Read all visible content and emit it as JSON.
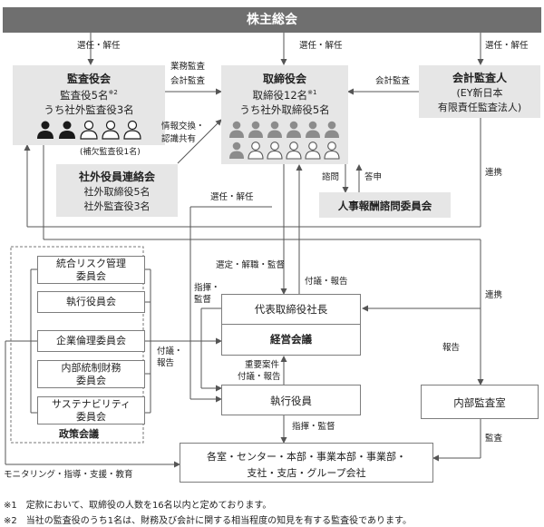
{
  "shareholders": {
    "title": "株主総会"
  },
  "audit_board": {
    "title": "監査役会",
    "line1": "監査役5名",
    "line1_mark": "※2",
    "line2": "うち社外監査役3名",
    "note": "(補欠監査役1名)"
  },
  "board": {
    "title": "取締役会",
    "line1": "取締役12名",
    "line1_mark": "※1",
    "line2": "うち社外取締役5名"
  },
  "auditor": {
    "title": "会計監査人",
    "line1": "(EY新日本",
    "line2": "有限責任監査法人)"
  },
  "outside_liaison": {
    "title": "社外役員連絡会",
    "line1": "社外取締役5名",
    "line2": "社外監査役3名"
  },
  "nomination_committee": {
    "title": "人事報酬諮問委員会"
  },
  "president": {
    "title": "代表取締役社長",
    "sub": "経営会議"
  },
  "executives": {
    "title": "執行役員"
  },
  "internal_audit": {
    "title": "内部監査室"
  },
  "divisions": {
    "line1": "各室・センター・本部・事業本部・事業部・",
    "line2": "支社・支店・グループ会社"
  },
  "policy_meeting": {
    "title": "政策会議",
    "items": [
      {
        "line1": "統合リスク管理",
        "line2": "委員会"
      },
      {
        "line1": "執行役員会",
        "line2": ""
      },
      {
        "line1": "企業倫理委員会",
        "line2": ""
      },
      {
        "line1": "内部統制財務",
        "line2": "委員会"
      },
      {
        "line1": "サステナビリティ",
        "line2": "委員会"
      }
    ]
  },
  "labels": {
    "elect_dismiss_1": "選任・解任",
    "elect_dismiss_2": "選任・解任",
    "elect_dismiss_3": "選任・解任",
    "elect_dismiss_4": "選任・解任",
    "business_audit": "業務監査",
    "accounting_audit_1": "会計監査",
    "accounting_audit_2": "会計監査",
    "info_exchange_1": "情報交換・",
    "info_exchange_2": "認識共有",
    "consult": "諮問",
    "report_back": "答申",
    "cooperation_1": "連携",
    "cooperation_2": "連携",
    "select_dismiss_supervise": "選定・解職・監督",
    "direct_1": "指揮・",
    "direct_2": "監督",
    "report_1a": "付議・報告",
    "report_2a": "付議・",
    "report_2b": "報告",
    "important_1": "重要案件",
    "important_2": "付議・報告",
    "report": "報告",
    "command_supervise": "指揮・監督",
    "audit": "監査",
    "monitoring": "モニタリング・指導・支援・教育"
  },
  "footnotes": [
    "※1　定款において、取締役の人数を16名以内と定めております。",
    "※2　当社の監査役のうち1名は、財務及び会計に関する相当程度の知見を有する監査役であります。"
  ],
  "colors": {
    "dark_bar": "#6f6f6f",
    "panel": "#e6e6e6",
    "line": "#555555",
    "person_dark": "#1a1a1a",
    "person_gray": "#8c8c8c"
  }
}
